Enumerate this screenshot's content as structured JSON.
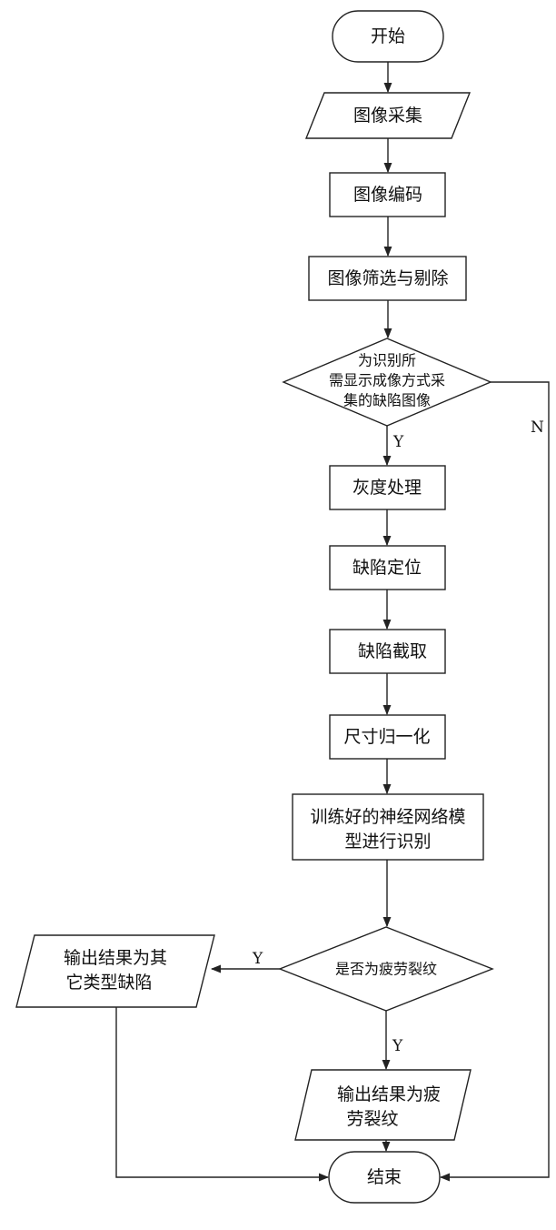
{
  "nodes": {
    "start": "开始",
    "capture": "图像采集",
    "encode": "图像编码",
    "filter": "图像筛选与剔除",
    "decision1": [
      "为识别所",
      "需显示成像方式采",
      "集的缺陷图像"
    ],
    "gray": "灰度处理",
    "locate": "缺陷定位",
    "crop": "缺陷截取",
    "normalize": "尺寸归一化",
    "recognize": [
      "训练好的神经网络模",
      "型进行识别"
    ],
    "decision2": "是否为疲劳裂纹",
    "output_other": [
      "输出结果为其",
      "它类型缺陷"
    ],
    "output_fatigue": [
      "输出结果为疲",
      "劳裂纹"
    ],
    "end": "结束"
  },
  "edge_labels": {
    "d1_yes": "Y",
    "d1_no": "N",
    "d2_left": "Y",
    "d2_down": "Y"
  },
  "colors": {
    "stroke": "#222222",
    "fill": "#ffffff",
    "text": "#111111"
  }
}
